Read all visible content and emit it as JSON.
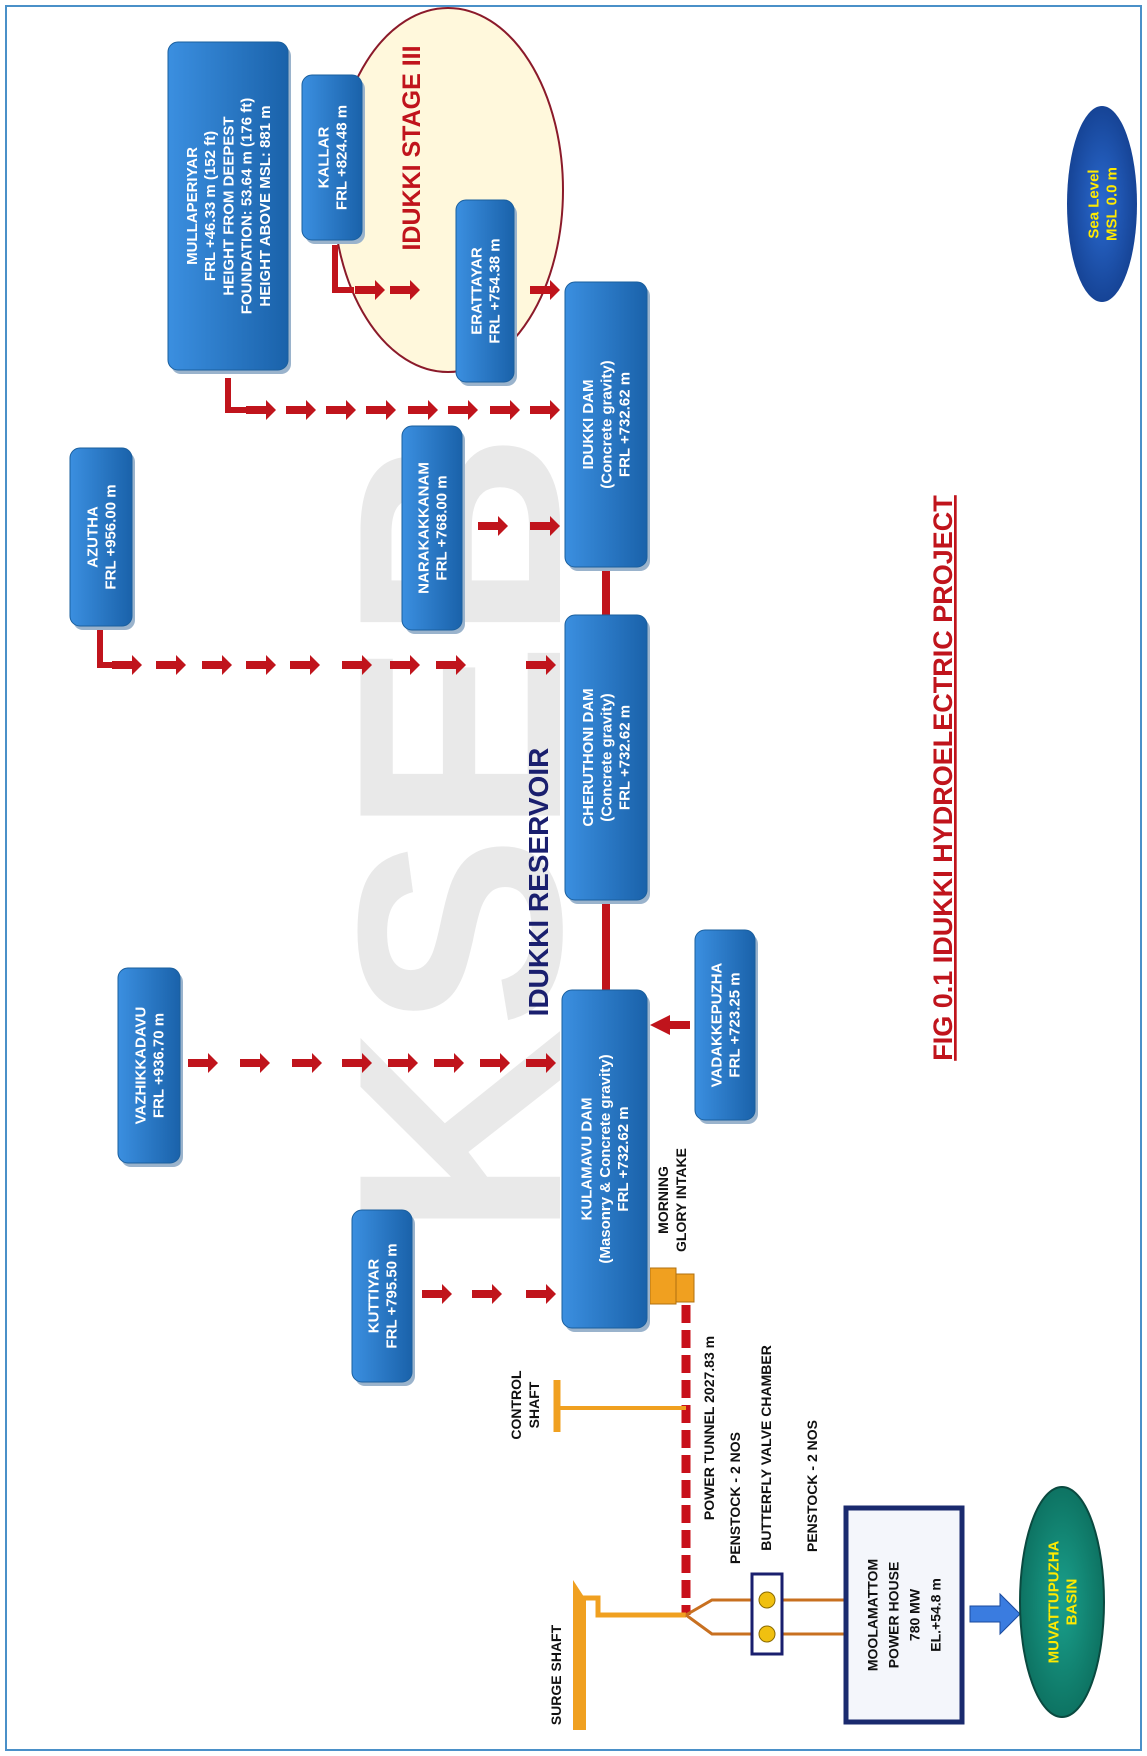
{
  "figure": {
    "title": "FIG 0.1 IDUKKI HYDROELECTRIC PROJECT",
    "watermark": "KSEB",
    "reservoir_label": "IDUKKI RESERVOIR",
    "stage3_label": "IDUKKI STAGE III"
  },
  "colors": {
    "box_blue": "#2277cc",
    "box_blue_dark": "#1a5f9e",
    "arrow_red": "#c0141c",
    "tunnel_red": "#c8101a",
    "orange": "#f0a020",
    "stage_fill": "#fff8dc",
    "stage_border": "#8b1a2a",
    "title_red": "#c0141c",
    "reservoir_navy": "#1a1f6e",
    "basin_teal": "#148070",
    "basin_text": "#ffea00",
    "frame_blue": "#4a90c8"
  },
  "nodes": {
    "mullaperiyar": [
      "MULLAPERIYAR",
      "FRL +46.33 m (152 ft)",
      "HEIGHT FROM DEEPEST",
      "FOUNDATION: 53.64 m (176 ft)",
      "HEIGHT ABOVE MSL: 881 m"
    ],
    "kallar": [
      "KALLAR",
      "FRL +824.48 m"
    ],
    "erattayar": [
      "ERATTAYAR",
      "FRL +754.38 m"
    ],
    "azutha": [
      "AZUTHA",
      "FRL +956.00 m"
    ],
    "narakakkanam": [
      "NARAKAKKANAM",
      "FRL +768.00 m"
    ],
    "idukki_dam": [
      "IDUKKI DAM",
      "(Concrete gravity)",
      "FRL +732.62 m"
    ],
    "cheruthoni_dam": [
      "CHERUTHONI DAM",
      "(Concrete gravity)",
      "FRL +732.62 m"
    ],
    "kulamavu_dam": [
      "KULAMAVU DAM",
      "(Masonry & Concrete gravity)",
      "FRL +732.62 m"
    ],
    "vazhikkadavu": [
      "VAZHIKKADAVU",
      "FRL +936.70 m"
    ],
    "vadakkepuzha": [
      "VADAKKEPUZHA",
      "FRL +723.25 m"
    ],
    "kuttiyar": [
      "KUTTIYAR",
      "FRL +795.50 m"
    ],
    "sea_level": [
      "Sea Level",
      "MSL 0.0 m"
    ],
    "power_house": [
      "MOOLAMATTOM",
      "POWER HOUSE",
      "780 MW",
      "EL.+54.8 m"
    ],
    "basin": [
      "MUVATTUPUZHA",
      "BASIN"
    ]
  },
  "labels": {
    "morning_glory": [
      "MORNING",
      "GLORY INTAKE"
    ],
    "control_shaft": [
      "CONTROL",
      "SHAFT"
    ],
    "power_tunnel": "POWER TUNNEL  2027.83 m",
    "penstock_1": "PENSTOCK - 2 NOS",
    "butterfly": "BUTTERFLY VALVE CHAMBER",
    "penstock_2": "PENSTOCK - 2 NOS",
    "surge_shaft": "SURGE SHAFT"
  }
}
